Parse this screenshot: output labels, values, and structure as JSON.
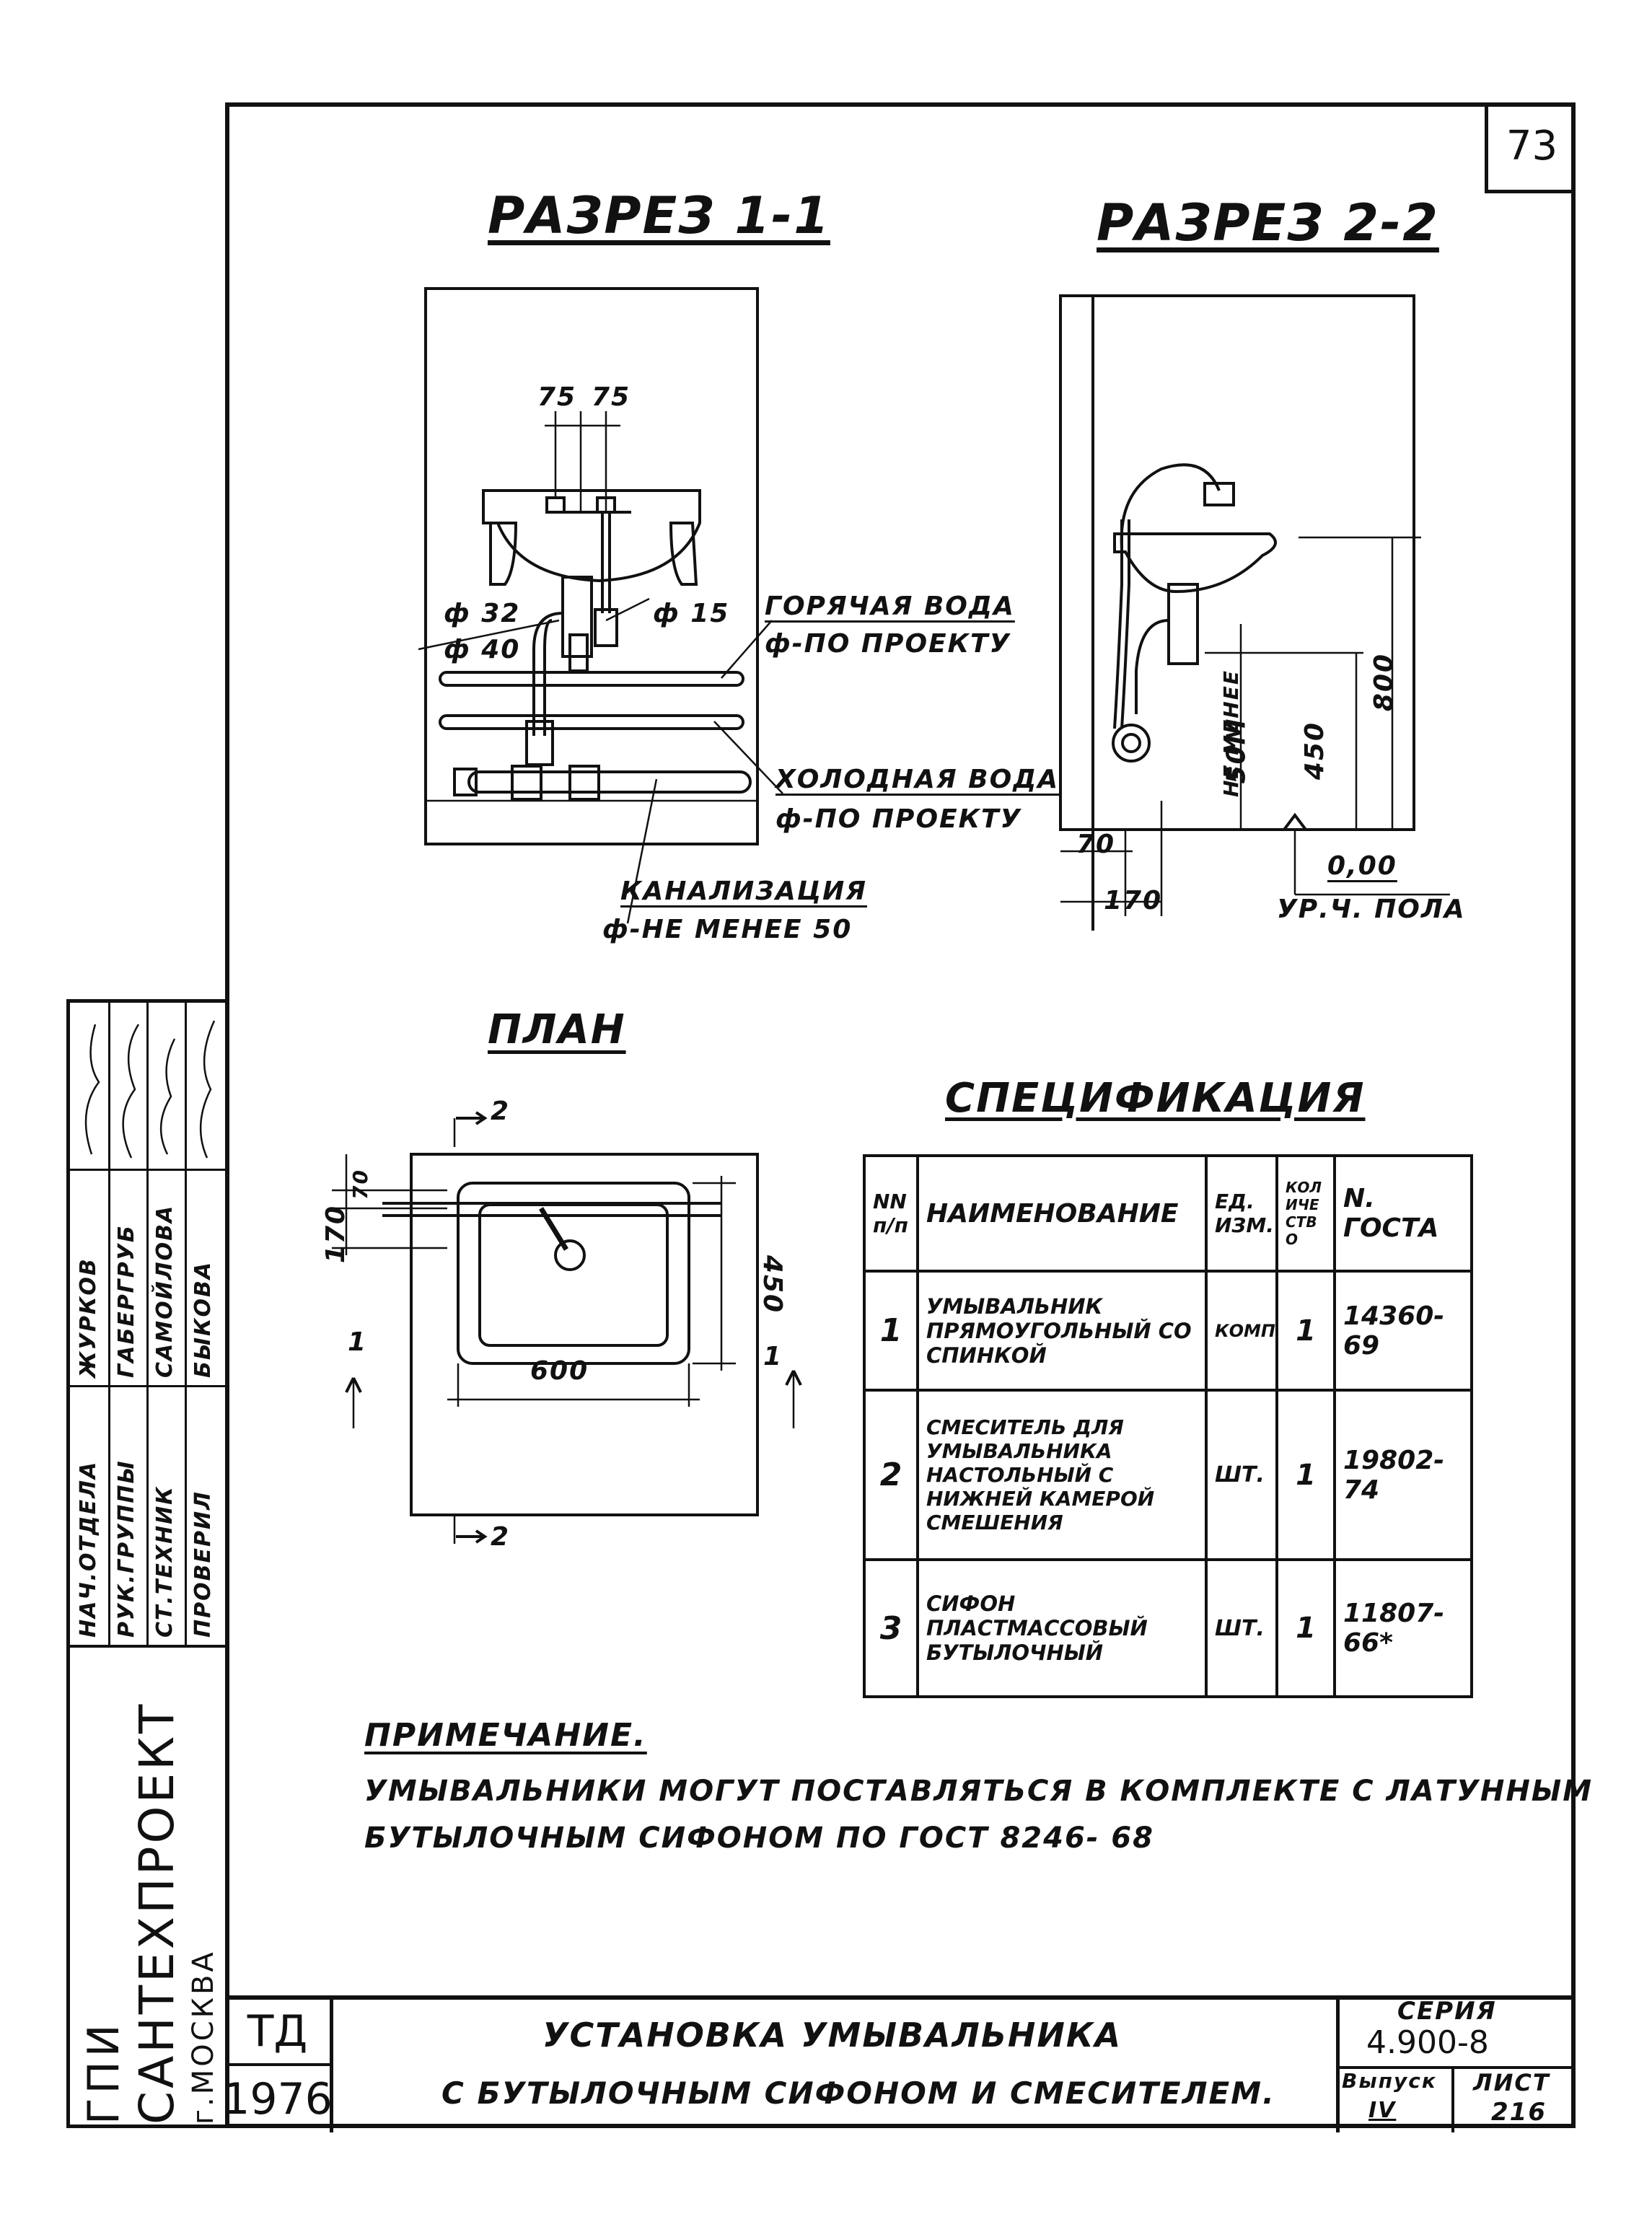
{
  "page_number": "73",
  "section_1": {
    "title": "РАЗРЕЗ 1-1",
    "dim_a": "75",
    "dim_b": "75",
    "d32": "ф 32",
    "d40": "ф 40",
    "d15": "ф 15",
    "hot_water": "ГОРЯЧАЯ ВОДА",
    "hot_water_sub": "ф-ПО ПРОЕКТУ",
    "cold_water": "ХОЛОДНАЯ ВОДА",
    "cold_water_sub": "ф-ПО ПРОЕКТУ",
    "sewer": "КАНАЛИЗАЦИЯ",
    "sewer_sub": "ф-НЕ МЕНЕЕ 50"
  },
  "section_2": {
    "title": "РАЗРЕЗ 2-2",
    "dim_800": "800",
    "dim_450": "450",
    "dim_min": "НЕ МЕНЕЕ",
    "dim_50m": "50М",
    "dim_70": "70",
    "dim_170": "170",
    "level": "0,00",
    "level_sub": "УР.Ч. ПОЛА"
  },
  "plan": {
    "title": "ПЛАН",
    "mark_2": "2",
    "mark_1": "1",
    "dim_170": "170",
    "dim_70": "70",
    "dim_450": "450",
    "dim_600": "600"
  },
  "spec": {
    "title": "СПЕЦИФИКАЦИЯ",
    "headers": {
      "num": "NN п/п",
      "name": "НАИМЕНОВАНИЕ",
      "unit": "ЕД. ИЗМ.",
      "qty": "КОЛИЧЕСТВО",
      "gost": "N. ГОСТА"
    },
    "rows": [
      {
        "num": "1",
        "name": "УМЫВАЛЬНИК ПРЯМОУГОЛЬНЫЙ СО СПИНКОЙ",
        "unit": "КОМП",
        "qty": "1",
        "gost": "14360-69"
      },
      {
        "num": "2",
        "name": "СМЕСИТЕЛЬ ДЛЯ УМЫВАЛЬНИКА НАСТОЛЬНЫЙ С НИЖНЕЙ КАМЕРОЙ СМЕШЕНИЯ",
        "unit": "ШТ.",
        "qty": "1",
        "gost": "19802-74"
      },
      {
        "num": "3",
        "name": "СИФОН ПЛАСТМАССОВЫЙ БУТЫЛОЧНЫЙ",
        "unit": "ШТ.",
        "qty": "1",
        "gost": "11807-66*"
      }
    ]
  },
  "note": {
    "title": "ПРИМЕЧАНИЕ.",
    "line1": "УМЫВАЛЬНИКИ МОГУТ ПОСТАВЛЯТЬСЯ В КОМПЛЕКТЕ С ЛАТУННЫМ",
    "line2": "БУТЫЛОЧНЫМ СИФОНОМ ПО ГОСТ 8246- 68"
  },
  "stamp": {
    "org": "ГПИ",
    "org2": "САНТЕХПРОЕКТ",
    "city": "г.МОСКВА",
    "roles": [
      "НАЧ.ОТДЕЛА",
      "РУК.ГРУППЫ",
      "СТ.ТЕХНИК",
      "ПРОВЕРИЛ"
    ],
    "names": [
      "ЖУРКОВ",
      "ГАБЕРГРУБ",
      "САМОЙЛОВА",
      "БЫКОВА"
    ],
    "td": "ТД",
    "year": "1976",
    "drawing_title_1": "УСТАНОВКА УМЫВАЛЬНИКА",
    "drawing_title_2": "С БУТЫЛОЧНЫМ СИФОНОМ И СМЕСИТЕЛЕМ.",
    "series_label": "СЕРИЯ",
    "series": "4.900-8",
    "issue_label": "Выпуск",
    "issue": "IV",
    "sheet_label": "ЛИСТ",
    "sheet": "216"
  }
}
